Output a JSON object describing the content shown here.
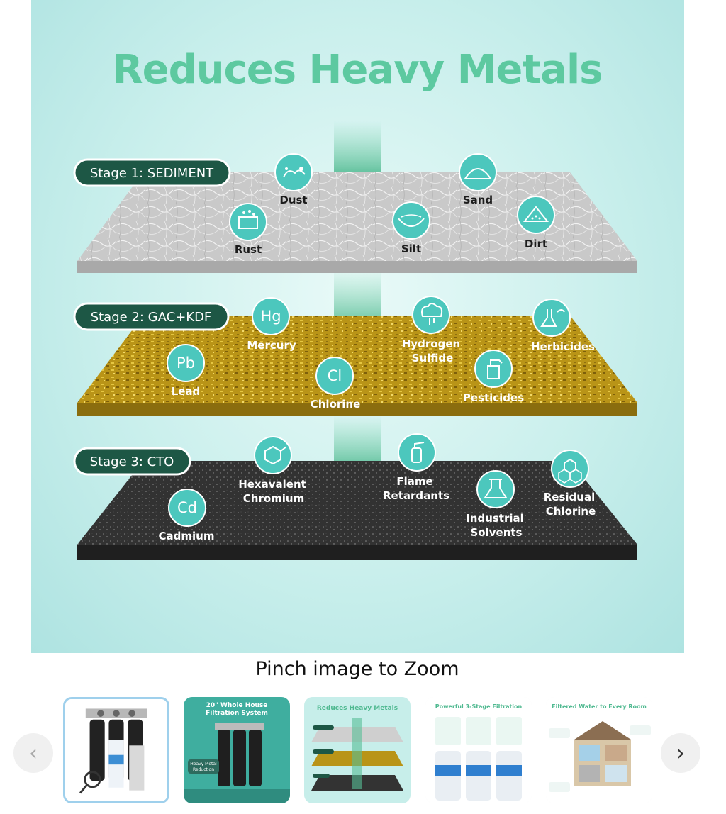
{
  "hero": {
    "title": "Reduces Heavy Metals",
    "stages": [
      {
        "label": "Stage 1: SEDIMENT",
        "items": [
          {
            "name": "Dust",
            "icon": "dust-icon"
          },
          {
            "name": "Sand",
            "icon": "sand-icon"
          },
          {
            "name": "Rust",
            "icon": "rust-icon"
          },
          {
            "name": "Silt",
            "icon": "silt-icon"
          },
          {
            "name": "Dirt",
            "icon": "dirt-icon"
          }
        ]
      },
      {
        "label": "Stage 2: GAC+KDF",
        "items": [
          {
            "symbol": "Hg",
            "name": "Mercury"
          },
          {
            "name": "Hydrogen Sulfide",
            "line1": "Hydrogen",
            "line2": "Sulfide",
            "icon": "gas-cloud-icon"
          },
          {
            "name": "Herbicides",
            "icon": "herbicide-flask-icon"
          },
          {
            "symbol": "Pb",
            "name": "Lead"
          },
          {
            "symbol": "Cl",
            "name": "Chlorine"
          },
          {
            "name": "Pesticides",
            "icon": "spray-bottle-icon"
          }
        ]
      },
      {
        "label": "Stage 3: CTO",
        "items": [
          {
            "name": "Hexavalent Chromium",
            "line1": "Hexavalent",
            "line2": "Chromium",
            "icon": "molecule-icon"
          },
          {
            "name": "Flame Retardants",
            "line1": "Flame",
            "line2": "Retardants",
            "icon": "fire-extinguisher-icon"
          },
          {
            "name": "Residual Chlorine",
            "line1": "Residual",
            "line2": "Chlorine",
            "icon": "hexagon-molecule-icon"
          },
          {
            "symbol": "Cd",
            "name": "Cadmium"
          },
          {
            "name": "Industrial Solvents",
            "line1": "Industrial",
            "line2": "Solvents",
            "icon": "beaker-icon"
          }
        ]
      }
    ]
  },
  "caption": "Pinch image to Zoom",
  "thumbnails": {
    "t2_line1": "20\" Whole House",
    "t2_line2": "Filtration System",
    "t2_badge_line1": "Heavy Metal",
    "t2_badge_line2": "Reduction",
    "t3_title": "Reduces Heavy Metals",
    "t4_title": "Powerful 3-Stage Filtration",
    "t5_title": "Filtered Water to Every Room"
  },
  "nav": {
    "prev_icon": "‹",
    "next_icon": "›"
  },
  "colors": {
    "accent": "#5dc9a0",
    "icon_bg": "#4cc7bd",
    "pill": "#1d5745",
    "title": "#5dc9a0"
  }
}
